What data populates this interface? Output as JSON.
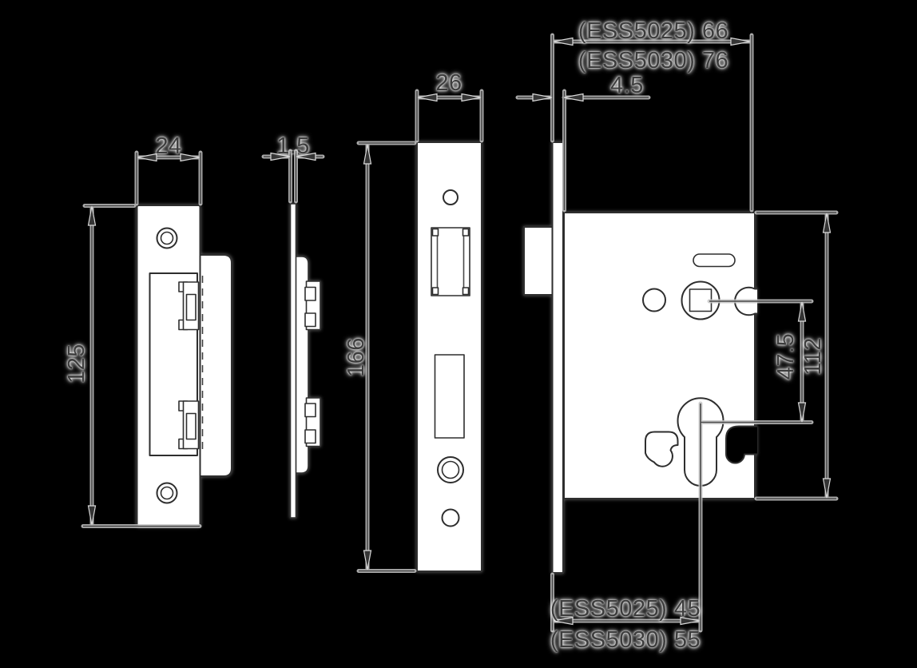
{
  "drawing": {
    "colors": {
      "background": "#000000",
      "part_outline": "#2e2e2e",
      "part_fill": "#ffffff",
      "dimension_line": "#4a4a4a",
      "label_text": "#3d3d3d"
    },
    "labels": {
      "strike_width": "24",
      "strike_height": "125",
      "strike_thickness": "1.5",
      "faceplate_width": "26",
      "faceplate_height": "166",
      "case_depth_line1": "(ESS5025) 66",
      "case_depth_line2": "(ESS5030) 76",
      "faceplate_to_case": "4.5",
      "follower_to_cylinder": "47.5",
      "case_height": "112",
      "backset_line1": "(ESS5025) 45",
      "backset_line2": "(ESS5030) 55"
    }
  }
}
